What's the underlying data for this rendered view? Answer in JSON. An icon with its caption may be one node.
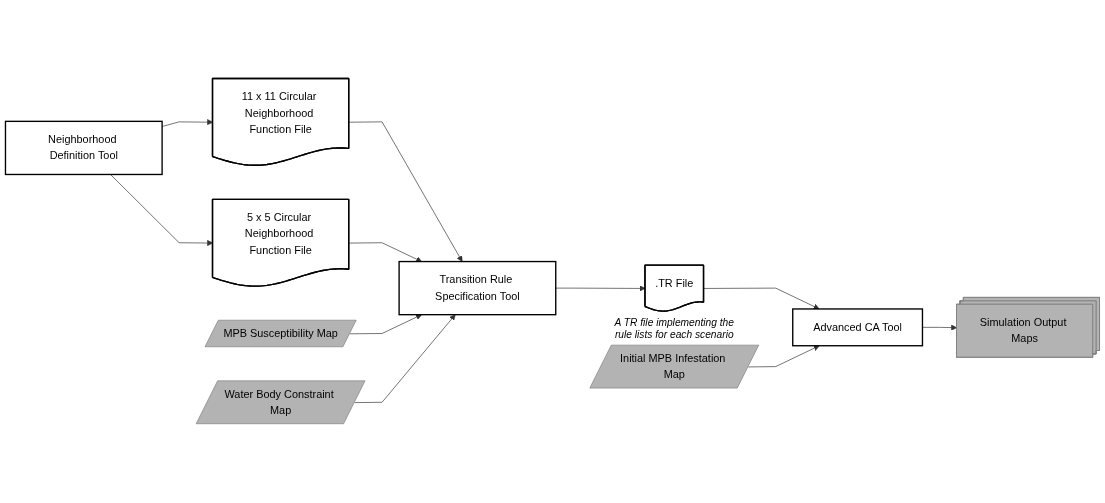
{
  "diagram": {
    "nodes": [
      {
        "text": [
          "Neighborhood Definition Tool"
        ]
      },
      {
        "text": [
          "11 x 11 Circular Neighborhood Function File"
        ]
      },
      {
        "text": [
          "5 x 5 Circular Neighborhood Function File"
        ]
      },
      {
        "text": [
          "MPB Susceptibility Map"
        ]
      },
      {
        "text": [
          "Water Body Constraint Map"
        ]
      },
      {
        "text": [
          "Transition Rule Specification Tool"
        ]
      },
      {
        "text": [
          ".TR File"
        ],
        "beside": [
          "A TR file implementing the rule lists for each scenario"
        ]
      },
      {
        "text": [
          "Initial MPB Infestation Map"
        ]
      },
      {
        "text": [
          "Advanced CA Tool"
        ]
      },
      {
        "text": [
          "Simulation Output Maps"
        ]
      }
    ],
    "edges": [
      {
        "from": 0,
        "to": 1,
        "arrow": "to"
      },
      {
        "from": 0,
        "to": 2,
        "arrow": "to"
      },
      {
        "from": 1,
        "to": 5,
        "arrow": "to"
      },
      {
        "from": 2,
        "to": 5,
        "arrow": "to"
      },
      {
        "from": 3,
        "to": 5,
        "arrow": "to"
      },
      {
        "from": 4,
        "to": 5,
        "arrow": "to"
      },
      {
        "from": 5,
        "to": 6,
        "arrow": "to"
      },
      {
        "from": 6,
        "to": 8,
        "arrow": "to"
      },
      {
        "from": 7,
        "to": 8,
        "arrow": "to"
      },
      {
        "from": 8,
        "to": 9,
        "arrow": "to"
      }
    ]
  }
}
